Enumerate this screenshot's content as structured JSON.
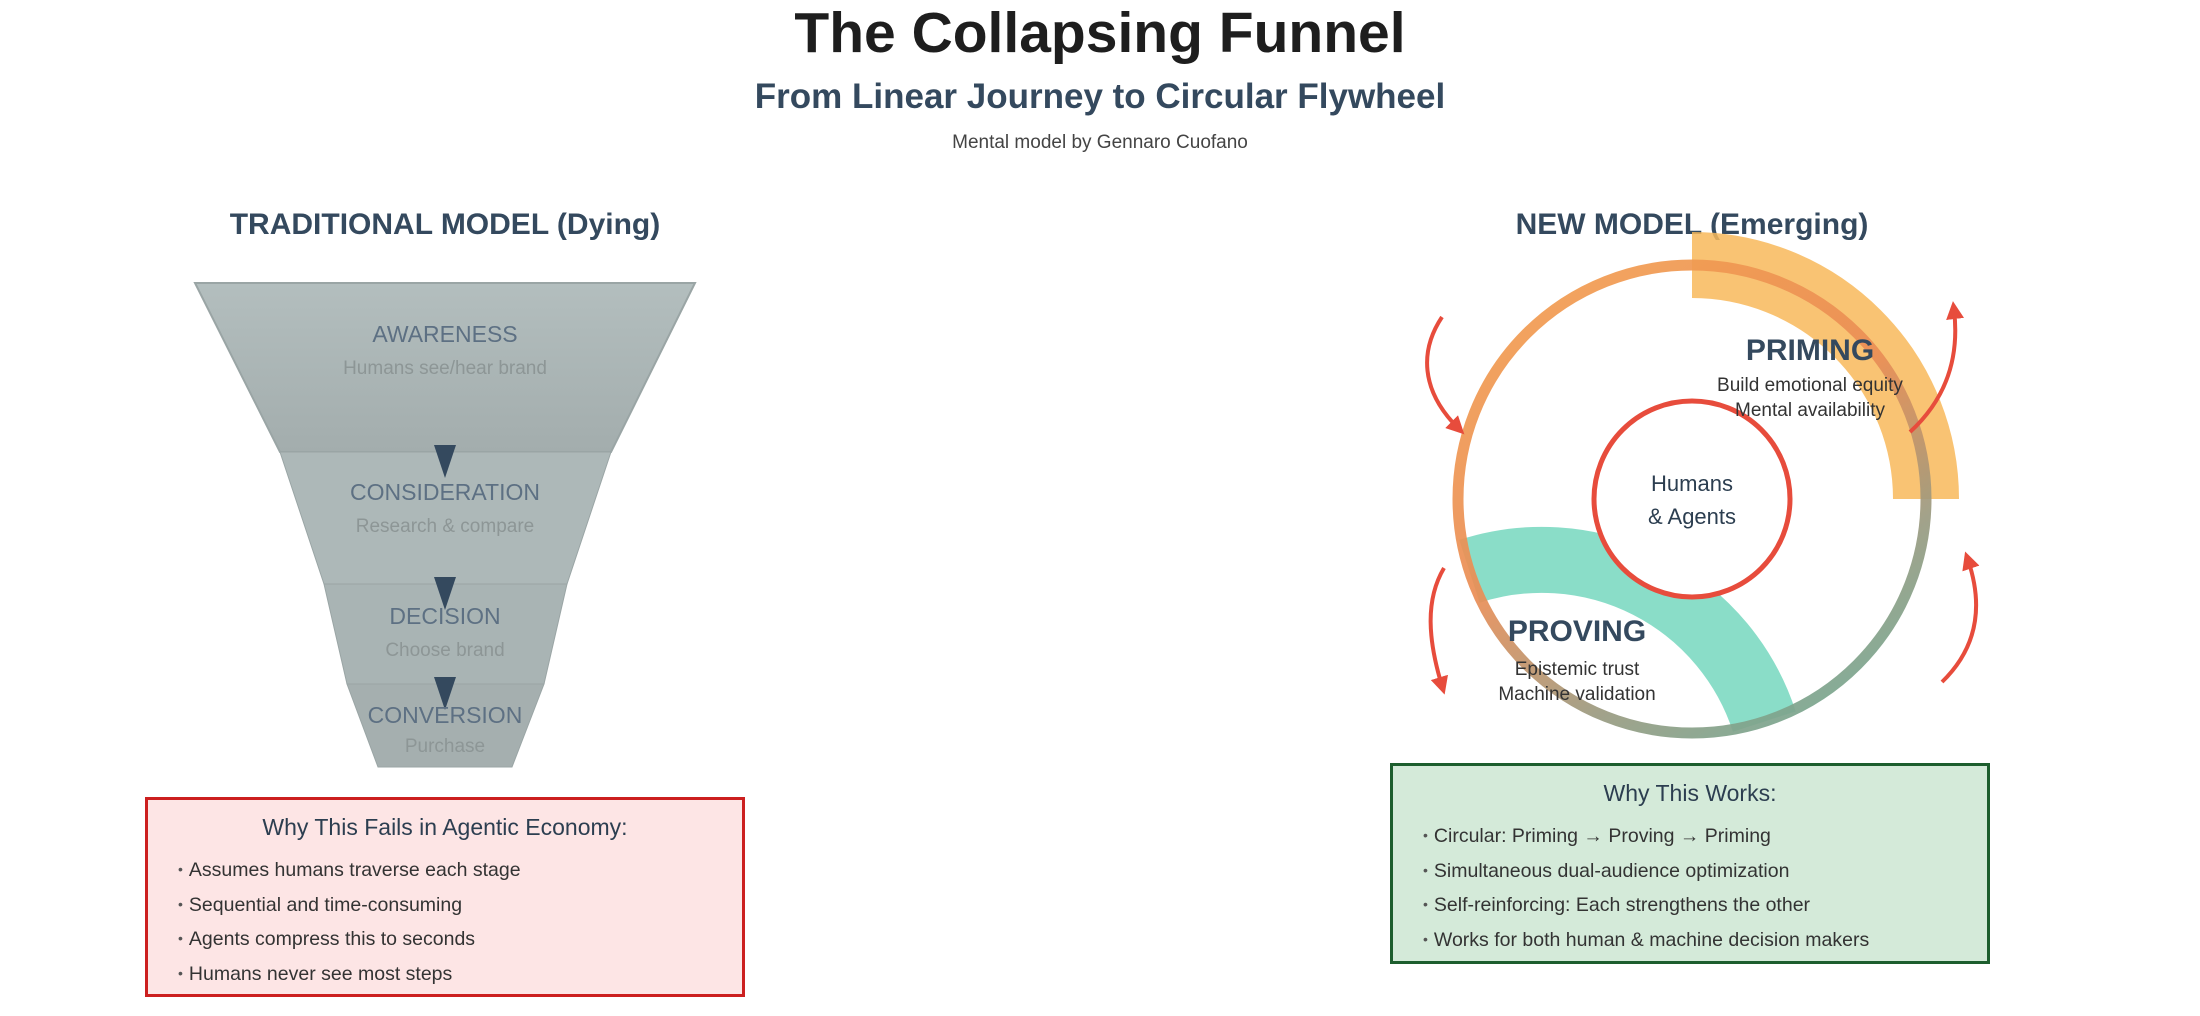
{
  "header": {
    "title": "The Collapsing Funnel",
    "subtitle": "From Linear Journey to Circular Flywheel",
    "credit": "Mental model by Gennaro Cuofano"
  },
  "traditional": {
    "heading": "TRADITIONAL MODEL (Dying)",
    "stages": [
      {
        "label": "AWARENESS",
        "sub": "Humans see/hear brand"
      },
      {
        "label": "CONSIDERATION",
        "sub": "Research & compare"
      },
      {
        "label": "DECISION",
        "sub": "Choose brand"
      },
      {
        "label": "CONVERSION",
        "sub": "Purchase"
      }
    ],
    "box": {
      "title": "Why This Fails in Agentic Economy:",
      "items": [
        "Assumes humans traverse each stage",
        "Sequential and time-consuming",
        "Agents compress this to seconds",
        "Humans never see most steps"
      ]
    }
  },
  "new_model": {
    "heading": "NEW MODEL (Emerging)",
    "priming": {
      "label": "PRIMING",
      "line1": "Build emotional equity",
      "line2": "Mental availability"
    },
    "proving": {
      "label": "PROVING",
      "line1": "Epistemic trust",
      "line2": "Machine validation"
    },
    "center": {
      "line1": "Humans",
      "line2": "& Agents"
    },
    "box": {
      "title": "Why This Works:",
      "items": [
        "Circular: Priming → Proving → Priming",
        "Simultaneous dual-audience optimization",
        "Self-reinforcing: Each strengthens the other",
        "Works for both human & machine decision makers"
      ]
    }
  },
  "colors": {
    "funnel_fill": "#a9b4b4",
    "funnel_text": "#5d7083",
    "funnel_subtext": "#8d9696",
    "arrow_dark": "#34495e",
    "priming_band": "#f8b95a",
    "proving_band": "#7dd9c2",
    "ring_orange": "#f0954a",
    "ring_green": "#7fa891",
    "ring_red": "#e74c3c",
    "fail_border": "#cc1f1f",
    "fail_bg": "#fde5e5",
    "works_border": "#1d5e2e",
    "works_bg": "#d4ead9"
  }
}
